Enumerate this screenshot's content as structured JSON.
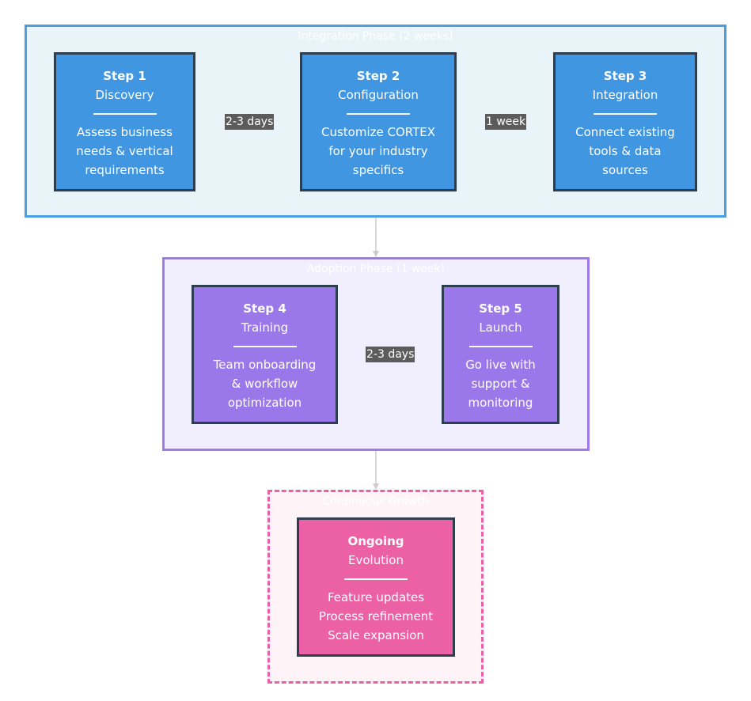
{
  "colors": {
    "integration_fill": "#e8f4f8",
    "integration_stroke": "#4a9fe0",
    "blue_node": "#4196e1",
    "adoption_fill": "#f1eefd",
    "adoption_stroke": "#9f7ae8",
    "purple_node": "#9b78ea",
    "growth_fill": "#fef4f8",
    "growth_stroke": "#ea5fa5",
    "pink_node": "#ec60a6",
    "node_border": "#2c3e50",
    "arrow": "#cccccc",
    "edge_label_bg": "#5c5c5c"
  },
  "phases": {
    "integration": {
      "title": "Integration Phase (2 weeks)"
    },
    "adoption": {
      "title": "Adoption Phase (1 week)"
    },
    "growth": {
      "title": "Continuous Growth"
    }
  },
  "nodes": {
    "step1": {
      "title": "Step 1",
      "subtitle": "Discovery",
      "description": "Assess business needs & vertical requirements"
    },
    "step2": {
      "title": "Step 2",
      "subtitle": "Configuration",
      "description": "Customize CORTEX for your industry specifics"
    },
    "step3": {
      "title": "Step 3",
      "subtitle": "Integration",
      "description": "Connect existing tools & data sources"
    },
    "step4": {
      "title": "Step 4",
      "subtitle": "Training",
      "description": "Team onboarding & workflow optimization"
    },
    "step5": {
      "title": "Step 5",
      "subtitle": "Launch",
      "description": "Go live with support & monitoring"
    },
    "ongoing": {
      "title": "Ongoing",
      "subtitle": "Evolution",
      "description_lines": [
        "Feature updates",
        "Process refinement",
        "Scale expansion"
      ]
    }
  },
  "edges": {
    "step1_to_step2": "2-3 days",
    "step2_to_step3": "1 week",
    "step4_to_step5": "2-3 days"
  }
}
